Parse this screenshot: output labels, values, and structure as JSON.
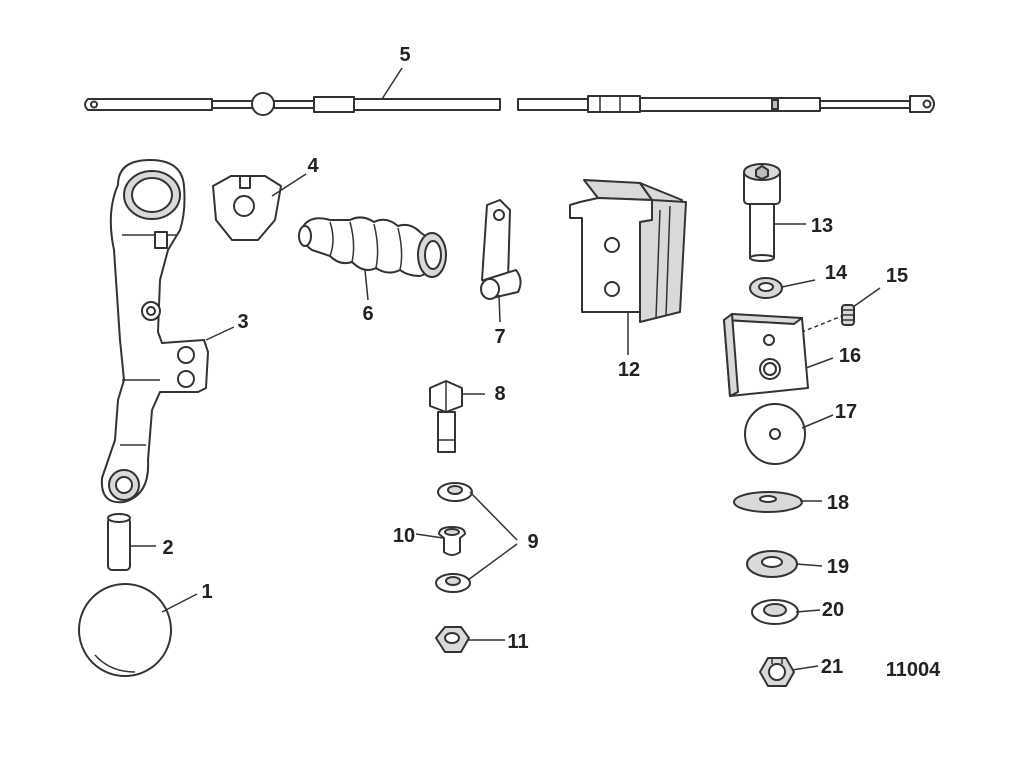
{
  "callouts": {
    "p1": "1",
    "p2": "2",
    "p3": "3",
    "p4": "4",
    "p5": "5",
    "p6": "6",
    "p7": "7",
    "p8": "8",
    "p9": "9",
    "p10": "10",
    "p11": "11",
    "p12": "12",
    "p13": "13",
    "p14": "14",
    "p15": "15",
    "p16": "16",
    "p17": "17",
    "p18": "18",
    "p19": "19",
    "p20": "20",
    "p21": "21"
  },
  "figure_id": "11004"
}
